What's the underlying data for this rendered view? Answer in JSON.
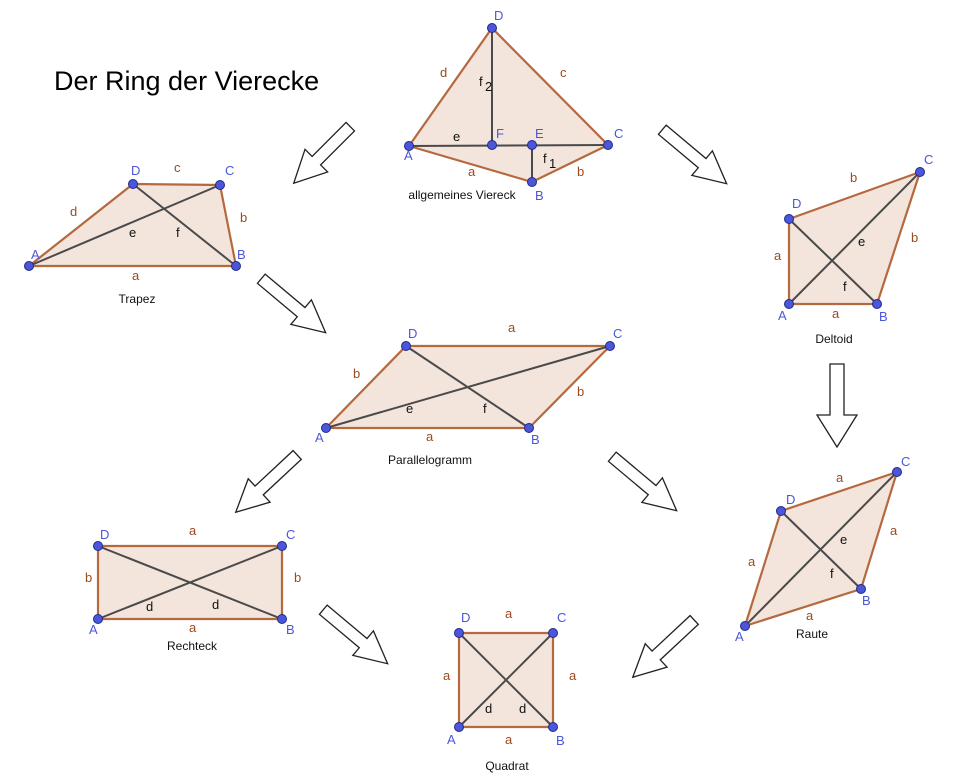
{
  "title": "Der Ring der Vierecke",
  "quadrilaterals": {
    "allgemein": {
      "name": "allgemeines Viereck",
      "vertices": [
        "A",
        "B",
        "C",
        "D"
      ],
      "sides": [
        "a",
        "b",
        "c",
        "d"
      ],
      "extra_points": [
        "E",
        "F"
      ],
      "diagonal_labels": [
        "e",
        "f",
        "1",
        "2"
      ]
    },
    "trapez": {
      "name": "Trapez",
      "vertices": [
        "A",
        "B",
        "C",
        "D"
      ],
      "sides": [
        "a",
        "b",
        "c",
        "d"
      ],
      "diagonals": [
        "e",
        "f"
      ]
    },
    "deltoid": {
      "name": "Deltoid",
      "vertices": [
        "A",
        "B",
        "C",
        "D"
      ],
      "sides": [
        "a",
        "a",
        "b",
        "b"
      ],
      "diagonals": [
        "e",
        "f"
      ]
    },
    "parallelogramm": {
      "name": "Parallelogramm",
      "vertices": [
        "A",
        "B",
        "C",
        "D"
      ],
      "sides": [
        "a",
        "a",
        "b",
        "b"
      ],
      "diagonals": [
        "e",
        "f"
      ]
    },
    "rechteck": {
      "name": "Rechteck",
      "vertices": [
        "A",
        "B",
        "C",
        "D"
      ],
      "sides": [
        "a",
        "a",
        "b",
        "b"
      ],
      "diagonals": [
        "d",
        "d"
      ]
    },
    "raute": {
      "name": "Raute",
      "vertices": [
        "A",
        "B",
        "C",
        "D"
      ],
      "sides": [
        "a",
        "a",
        "a",
        "a"
      ],
      "diagonals": [
        "e",
        "f"
      ]
    },
    "quadrat": {
      "name": "Quadrat",
      "vertices": [
        "A",
        "B",
        "C",
        "D"
      ],
      "sides": [
        "a",
        "a",
        "a",
        "a"
      ],
      "diagonals": [
        "d",
        "d"
      ]
    }
  }
}
